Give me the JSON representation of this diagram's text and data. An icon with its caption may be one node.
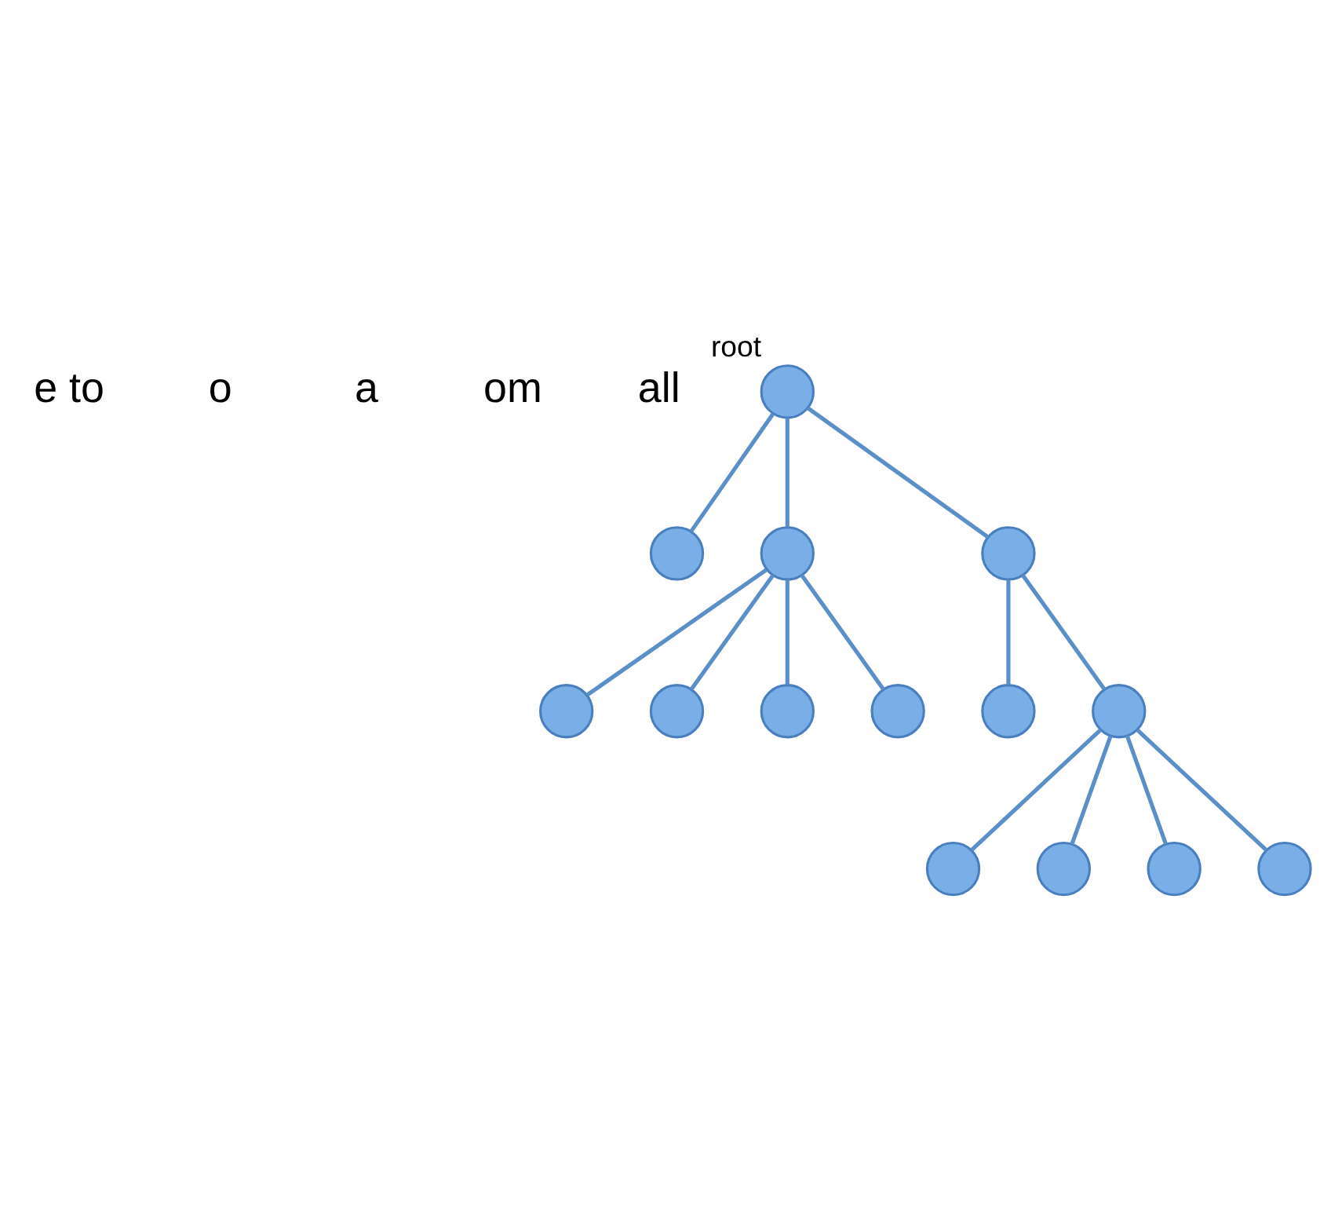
{
  "diagram": {
    "nodes": [
      {
        "text": [],
        "shape": "circle",
        "beside": [
          "root"
        ]
      },
      {
        "text": [],
        "shape": "circle"
      },
      {
        "text": [],
        "shape": "circle"
      },
      {
        "text": [],
        "shape": "circle"
      },
      {
        "text": [],
        "shape": "circle"
      },
      {
        "text": [],
        "shape": "circle"
      },
      {
        "text": [],
        "shape": "circle"
      },
      {
        "text": [],
        "shape": "circle"
      },
      {
        "text": [],
        "shape": "circle"
      },
      {
        "text": [],
        "shape": "circle"
      },
      {
        "text": [],
        "shape": "circle"
      },
      {
        "text": [],
        "shape": "circle"
      },
      {
        "text": [],
        "shape": "circle"
      },
      {
        "text": [],
        "shape": "circle"
      }
    ],
    "edges": [
      {
        "from": 0,
        "to": 1,
        "arrow": "none"
      },
      {
        "from": 0,
        "to": 2,
        "arrow": "none"
      },
      {
        "from": 0,
        "to": 3,
        "arrow": "none"
      },
      {
        "from": 2,
        "to": 4,
        "arrow": "none"
      },
      {
        "from": 2,
        "to": 5,
        "arrow": "none"
      },
      {
        "from": 2,
        "to": 6,
        "arrow": "none"
      },
      {
        "from": 2,
        "to": 7,
        "arrow": "none"
      },
      {
        "from": 3,
        "to": 8,
        "arrow": "none"
      },
      {
        "from": 3,
        "to": 9,
        "arrow": "none"
      },
      {
        "from": 9,
        "to": 10,
        "arrow": "none"
      },
      {
        "from": 9,
        "to": 11,
        "arrow": "none"
      },
      {
        "from": 9,
        "to": 12,
        "arrow": "none"
      },
      {
        "from": 9,
        "to": 13,
        "arrow": "none"
      }
    ],
    "labels": [
      "e to",
      "o",
      "a",
      "om",
      "all"
    ]
  }
}
